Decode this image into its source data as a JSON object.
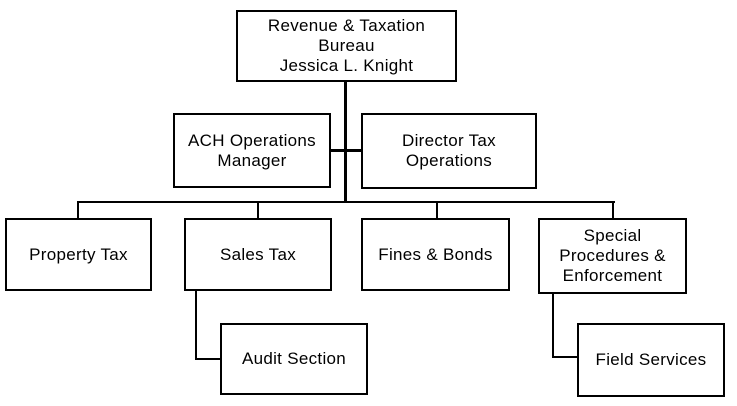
{
  "diagram": {
    "type": "org-chart",
    "background_color": "#ffffff",
    "line_color": "#000000",
    "box_border_color": "#000000",
    "box_fill_color": "#ffffff",
    "text_color": "#000000",
    "nodes": [
      {
        "id": "bureau",
        "label": "Revenue & Taxation Bureau\nJessica L. Knight",
        "level": 1,
        "reports_to": null
      },
      {
        "id": "ach",
        "label": "ACH Operations\nManager",
        "level": 2,
        "reports_to": "bureau"
      },
      {
        "id": "director",
        "label": "Director Tax\nOperations",
        "level": 2,
        "reports_to": "bureau"
      },
      {
        "id": "property",
        "label": "Property Tax",
        "level": 3,
        "reports_to": "bureau"
      },
      {
        "id": "sales",
        "label": "Sales Tax",
        "level": 3,
        "reports_to": "bureau"
      },
      {
        "id": "fines",
        "label": "Fines & Bonds",
        "level": 3,
        "reports_to": "bureau"
      },
      {
        "id": "special",
        "label": "Special\nProcedures &\nEnforcement",
        "level": 3,
        "reports_to": "bureau"
      },
      {
        "id": "audit",
        "label": "Audit Section",
        "level": 4,
        "reports_to": "sales"
      },
      {
        "id": "field",
        "label": "Field Services",
        "level": 4,
        "reports_to": "special"
      }
    ]
  }
}
